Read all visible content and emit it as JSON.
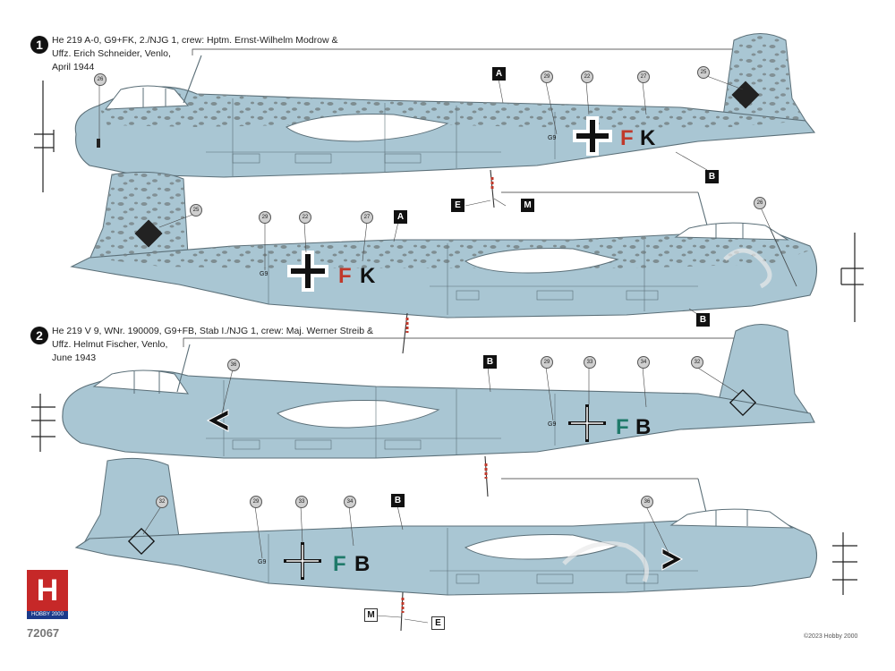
{
  "profiles": [
    {
      "number": "1",
      "caption_lines": [
        "He 219 A-0, G9+FK, 2./NJG 1, crew: Hptm. Ernst-Wilhelm Modrow &",
        "Uffz. Erich Schneider, Venlo,",
        "April 1944"
      ],
      "fuselage_code": "FK",
      "code_letter_colors": [
        "#c0392b",
        "#111111"
      ],
      "markings": [
        "balkenkreuz",
        "swastika-diamond"
      ]
    },
    {
      "number": "2",
      "caption_lines": [
        "He 219 V 9, WNr. 190009, G9+FB, Stab I./NJG 1, crew: Maj. Werner Streib &",
        "Uffz. Helmut Fischer, Venlo,",
        "June 1943"
      ],
      "fuselage_code": "FB",
      "code_letter_colors": [
        "#1f7a6a",
        "#111111"
      ],
      "markings": [
        "balkenkreuz-outline",
        "swastika-outline",
        "chevron"
      ]
    }
  ],
  "colour_callouts": {
    "a": "A",
    "b": "B",
    "e": "E",
    "m": "M"
  },
  "decal_numbers": {
    "p1_top": [
      "26",
      "29",
      "22",
      "27",
      "25"
    ],
    "p1_bottom": [
      "25",
      "29",
      "22",
      "27",
      "26"
    ],
    "p2_top": [
      "36",
      "29",
      "33",
      "34",
      "32"
    ],
    "p2_bottom": [
      "32",
      "29",
      "33",
      "34",
      "36"
    ]
  },
  "brand": {
    "logo_letter": "H",
    "logo_subtitle": "HOBBY 2000",
    "catalog_number": "72067",
    "copyright": "©2023 Hobby 2000",
    "colors": {
      "logo_red": "#c62828",
      "logo_blue": "#1b3a8a"
    }
  },
  "palette": {
    "airframe_light_blue": "#a9c6d3",
    "mottle": "#7c8a8e",
    "panel_lines": "#5b6f78",
    "canopy_glass": "#ffffff"
  }
}
